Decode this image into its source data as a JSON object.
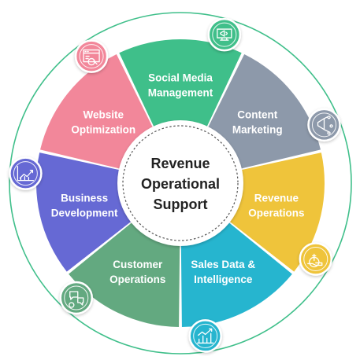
{
  "center": {
    "lines": [
      "Revenue",
      "Operational",
      "Support"
    ]
  },
  "segments": [
    {
      "id": "social-media-management",
      "lines": [
        "Social Media",
        "Management"
      ],
      "color": "#3fbf8a",
      "icon": "megaphone-monitor-icon"
    },
    {
      "id": "content-marketing",
      "lines": [
        "Content",
        "Marketing"
      ],
      "color": "#8d99aa",
      "icon": "megaphone-network-icon"
    },
    {
      "id": "revenue-operations",
      "lines": [
        "Revenue",
        "Operations"
      ],
      "color": "#efc43b",
      "icon": "money-hand-icon"
    },
    {
      "id": "sales-data-intelligence",
      "lines": [
        "Sales Data &",
        "Intelligence"
      ],
      "color": "#26b5cf",
      "icon": "growth-chart-icon"
    },
    {
      "id": "customer-operations",
      "lines": [
        "Customer",
        "Operations"
      ],
      "color": "#63a980",
      "icon": "chat-support-icon"
    },
    {
      "id": "business-development",
      "lines": [
        "Business",
        "Development"
      ],
      "color": "#6669d4",
      "icon": "trend-growth-icon"
    },
    {
      "id": "website-optimization",
      "lines": [
        "Website",
        "Optimization"
      ],
      "color": "#f2879a",
      "icon": "web-optimize-icon"
    }
  ],
  "colors": {
    "outer_ring": "#3fbf8a",
    "center_border": "#555555",
    "center_text": "#222222",
    "label_text": "#ffffff"
  }
}
